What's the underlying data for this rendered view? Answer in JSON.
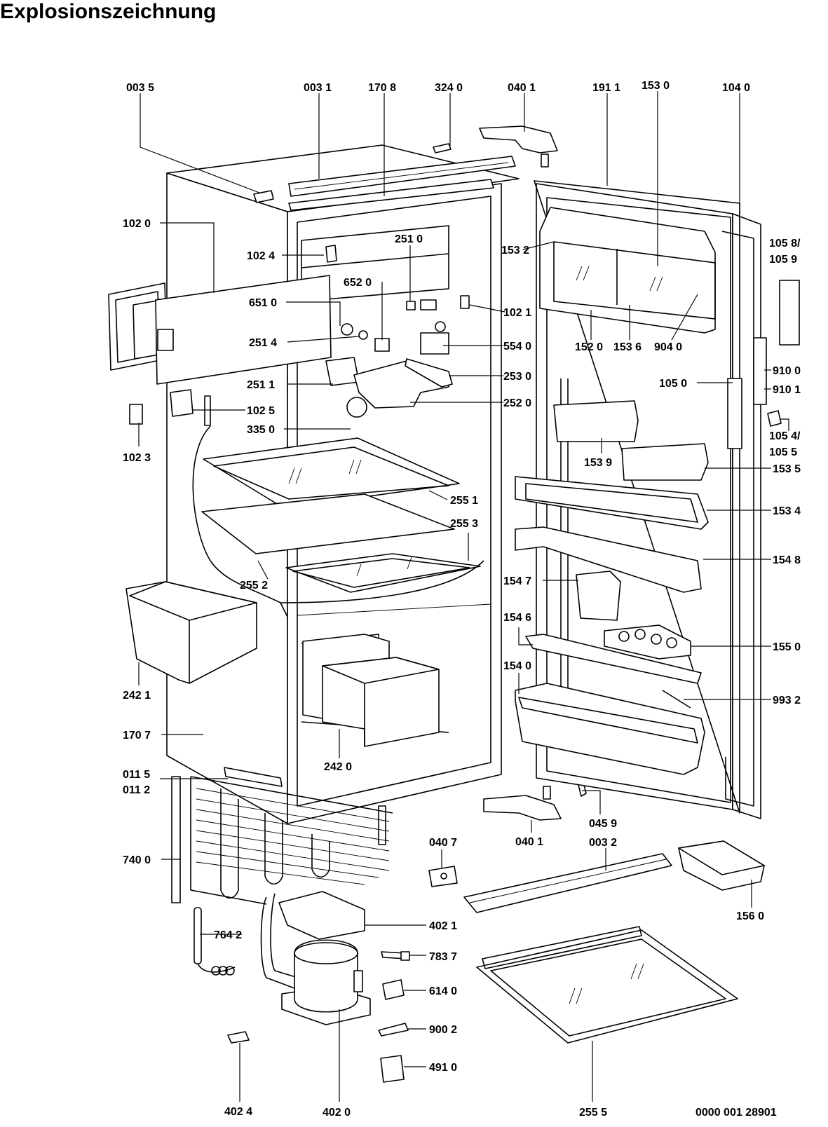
{
  "title": "Explosionszeichnung",
  "drawing_number": "0000 001 28901",
  "parts": {
    "p0035": "003 5",
    "p0031": "003 1",
    "p1708": "170 8",
    "p3240": "324 0",
    "p0401_top": "040 1",
    "p1911": "191 1",
    "p1530": "153 0",
    "p1040": "104 0",
    "p1020": "102 0",
    "p1024": "102 4",
    "p2510": "251 0",
    "p1532": "153 2",
    "p1058": "105 8/",
    "p1059": "105 9",
    "p6520": "652 0",
    "p6510": "651 0",
    "p1021": "102 1",
    "p2514": "251 4",
    "p5540": "554 0",
    "p1520": "152 0",
    "p1536": "153 6",
    "p9040": "904 0",
    "p9100": "910 0",
    "p2511": "251 1",
    "p2530": "253 0",
    "p1050": "105 0",
    "p9101": "910 1",
    "p1025": "102 5",
    "p2520": "252 0",
    "p1054": "105 4/",
    "p1055": "105 5",
    "p1023": "102 3",
    "p3350": "335 0",
    "p1539": "153 9",
    "p1535": "153 5",
    "p2551": "255 1",
    "p2553": "255 3",
    "p1534": "153 4",
    "p1548": "154 8",
    "p2552": "255 2",
    "p1547": "154 7",
    "p1546": "154 6",
    "p1550": "155 0",
    "p1540": "154 0",
    "p2421": "242 1",
    "p9932": "993 2",
    "p1707": "170 7",
    "p2420": "242 0",
    "p0115": "011 5",
    "p0112": "011 2",
    "p0459": "045 9",
    "p0407": "040 7",
    "p0401_bot": "040 1",
    "p0032": "003 2",
    "p7400": "740 0",
    "p1560": "156 0",
    "p7642": "764 2",
    "p4021": "402 1",
    "p7837": "783 7",
    "p6140": "614 0",
    "p9002": "900 2",
    "p4910": "491 0",
    "p4024": "402 4",
    "p4020": "402 0",
    "p2555": "255 5"
  }
}
